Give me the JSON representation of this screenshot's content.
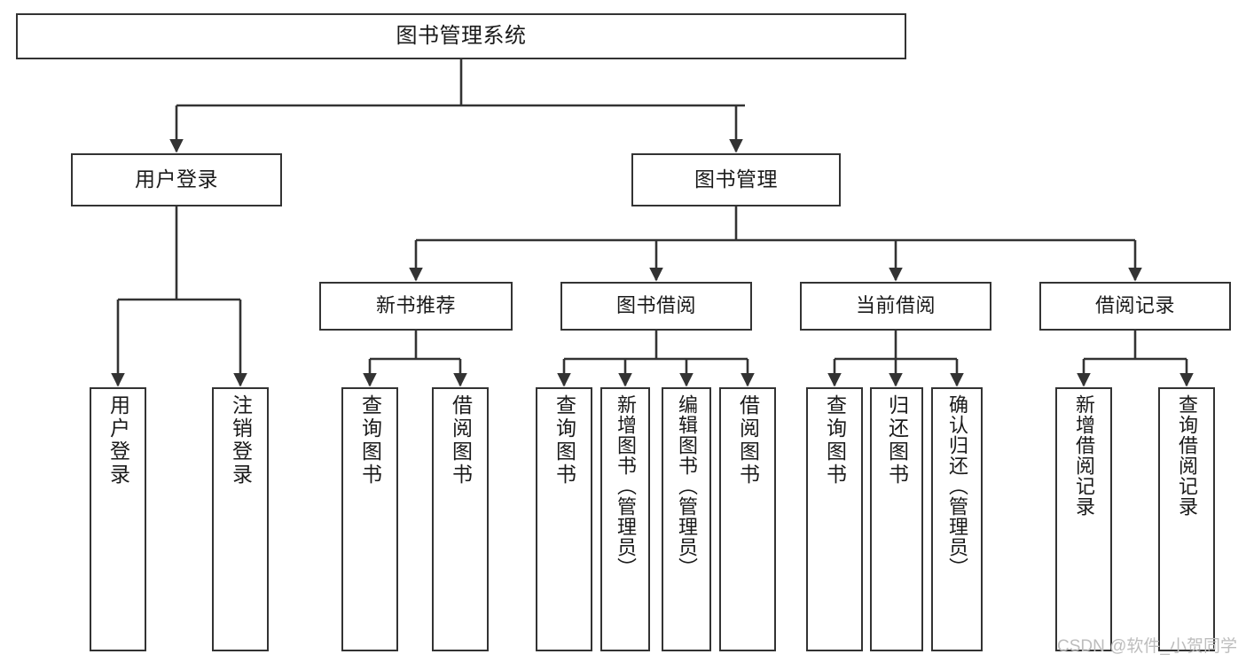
{
  "diagram": {
    "title": "图书管理系统",
    "type": "tree-hierarchy",
    "root": {
      "label": "图书管理系统"
    },
    "branches": [
      {
        "label": "用户登录"
      },
      {
        "label": "图书管理"
      }
    ],
    "subgroups": [
      {
        "label": "新书推荐"
      },
      {
        "label": "图书借阅"
      },
      {
        "label": "当前借阅"
      },
      {
        "label": "借阅记录"
      }
    ],
    "leaves": [
      {
        "label": "用户登录",
        "parent": "用户登录"
      },
      {
        "label": "注销登录",
        "parent": "用户登录"
      },
      {
        "label": "查询图书",
        "parent": "新书推荐"
      },
      {
        "label": "借阅图书",
        "parent": "新书推荐"
      },
      {
        "label": "查询图书",
        "parent": "图书借阅"
      },
      {
        "label": "新增图书（管理员）",
        "parent": "图书借阅"
      },
      {
        "label": "编辑图书（管理员）",
        "parent": "图书借阅"
      },
      {
        "label": "借阅图书",
        "parent": "图书借阅"
      },
      {
        "label": "查询图书",
        "parent": "当前借阅"
      },
      {
        "label": "归还图书",
        "parent": "当前借阅"
      },
      {
        "label": "确认归还（管理员）",
        "parent": "当前借阅"
      },
      {
        "label": "新增借阅记录",
        "parent": "借阅记录"
      },
      {
        "label": "查询借阅记录",
        "parent": "借阅记录"
      }
    ]
  },
  "watermark": {
    "text": "CSDN @软件_小贺同学"
  },
  "colors": {
    "stroke": "#333333",
    "text": "#1a1a1a",
    "background": "#ffffff",
    "watermark": "#bdbdbd"
  }
}
